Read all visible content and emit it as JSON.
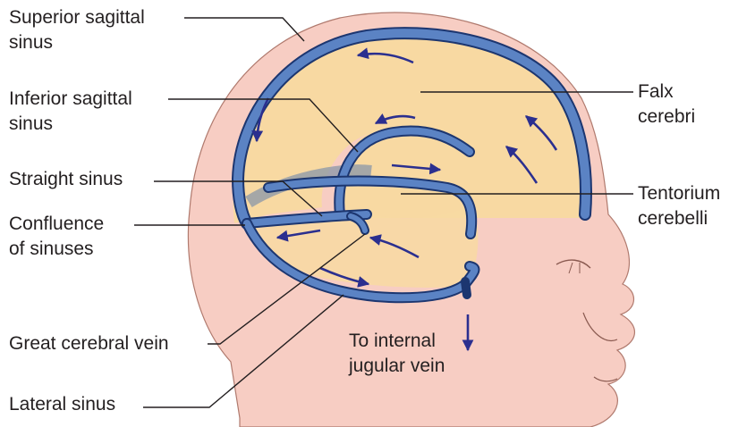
{
  "labels": {
    "superior_sagittal": [
      "Superior sagittal",
      "sinus"
    ],
    "inferior_sagittal": [
      "Inferior sagittal",
      "sinus"
    ],
    "straight_sinus": "Straight sinus",
    "confluence": [
      "Confluence",
      "of sinuses"
    ],
    "great_cerebral_vein": "Great cerebral vein",
    "lateral_sinus": "Lateral sinus",
    "falx_cerebri": [
      "Falx",
      "cerebri"
    ],
    "tentorium_cerebelli": [
      "Tentorium",
      "cerebelli"
    ],
    "to_internal_jugular": [
      "To internal",
      "jugular vein"
    ]
  },
  "colors": {
    "skin": "#f7cdc3",
    "skin_outline": "#b07a6e",
    "dura": "#f8d9a2",
    "sinus": "#5b83c4",
    "sinus_outline": "#1c3670",
    "arrow": "#2b2f8f",
    "text": "#231f20"
  }
}
